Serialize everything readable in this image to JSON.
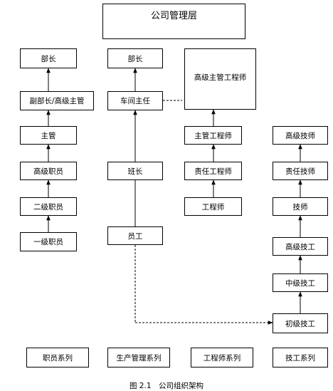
{
  "title": "公司管理层",
  "columns": {
    "staff": [
      "部长",
      "副部长/高级主管",
      "主管",
      "高级职员",
      "二级职员",
      "一级职员"
    ],
    "production": [
      "部长",
      "车间主任",
      "班长",
      "员工"
    ],
    "engineer": [
      "高级主管工程师",
      "主管工程师",
      "责任工程师",
      "工程师"
    ],
    "technician": [
      "高级技师",
      "责任技师",
      "技师",
      "高级技工",
      "中级技工",
      "初级技工"
    ]
  },
  "series": [
    "职员系列",
    "生产管理系列",
    "工程师系列",
    "技工系列"
  ],
  "caption": "图 2.1　公司组织架构"
}
